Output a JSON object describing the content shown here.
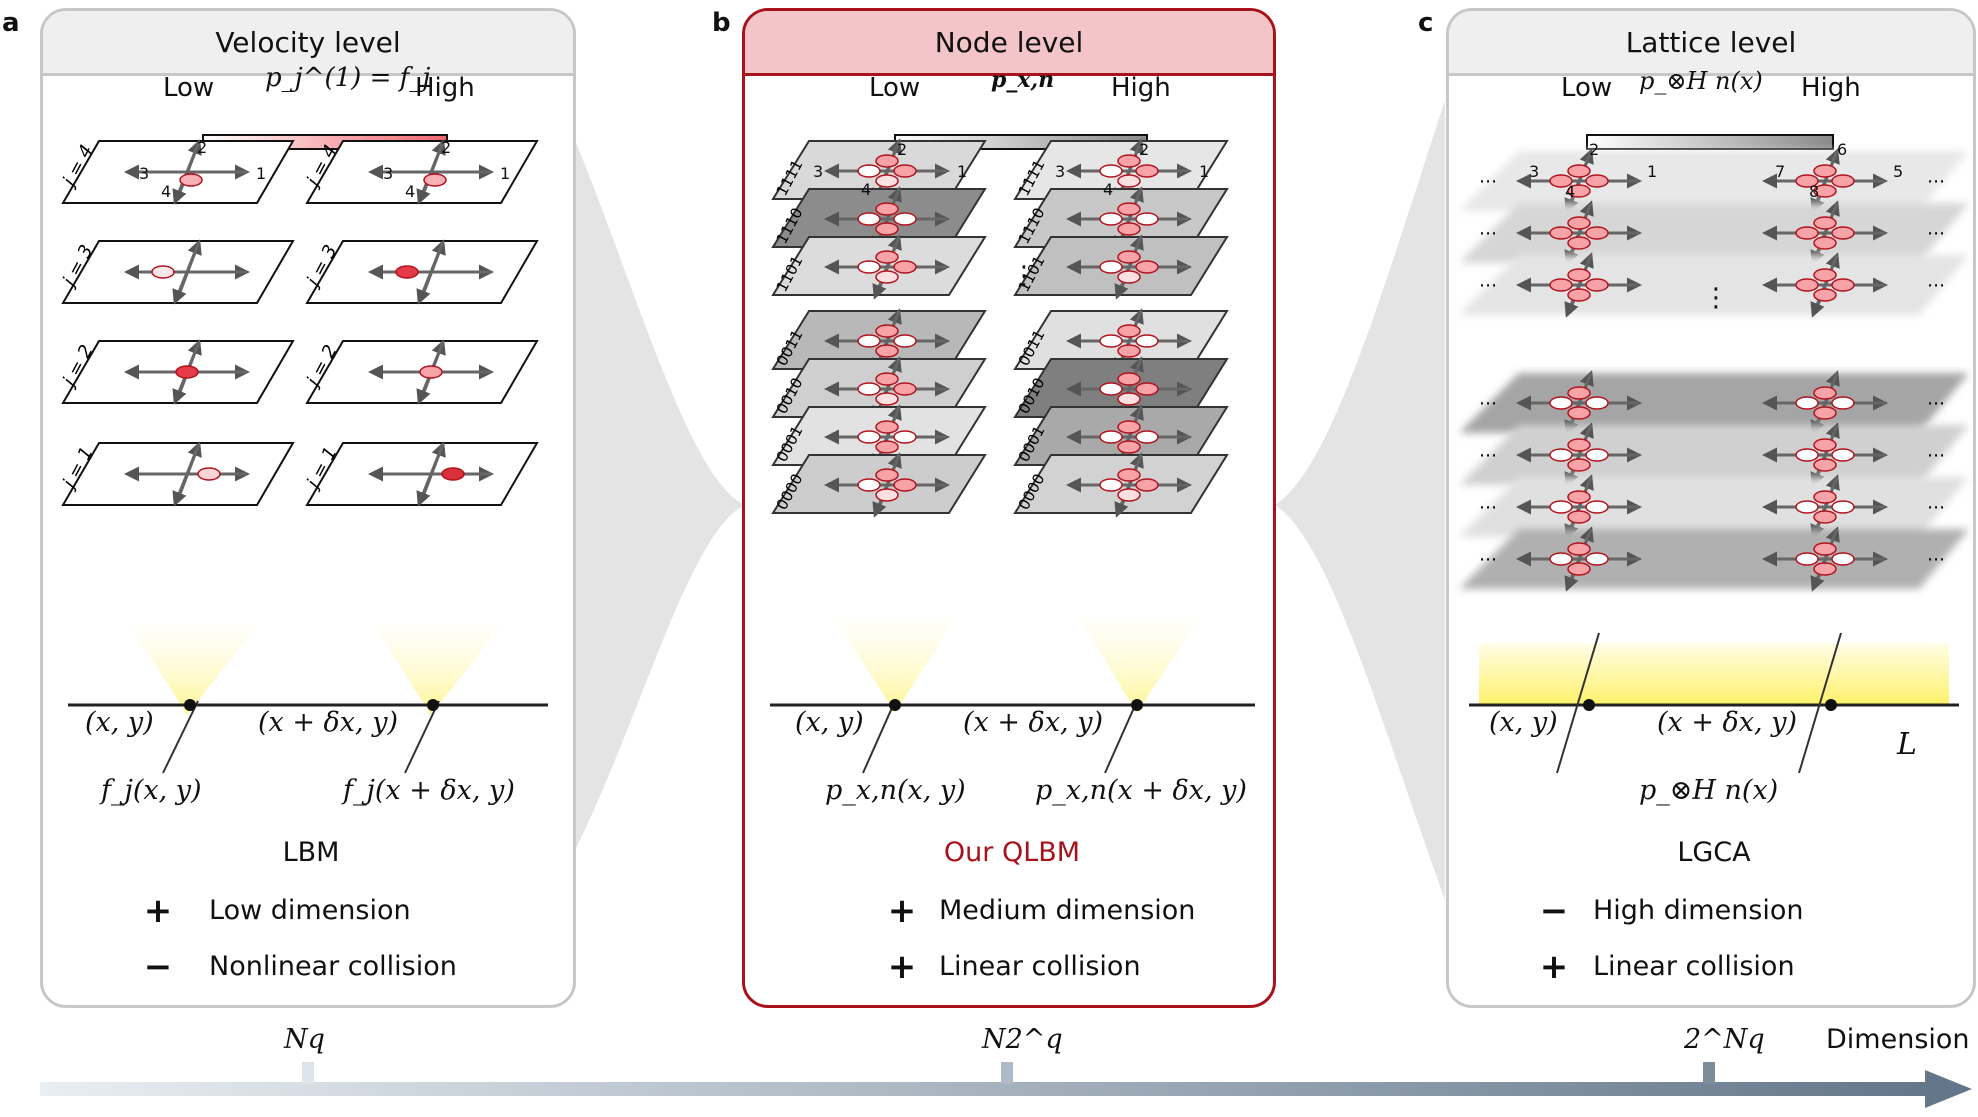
{
  "panels": {
    "a": {
      "letter": "a",
      "title": "Velocity level",
      "legend": {
        "low": "Low",
        "high": "High",
        "variable": "p_j^(1) = f_j"
      },
      "row_labels": [
        "j = 4",
        "j = 3",
        "j = 2",
        "j = 1"
      ],
      "arrow_numbers": [
        "1",
        "2",
        "3",
        "4"
      ],
      "positions": [
        "(x, y)",
        "(x + δx, y)"
      ],
      "functions": [
        "f_j(x, y)",
        "f_j(x + δx, y)"
      ],
      "method": "LBM",
      "pros_cons": [
        {
          "sign": "+",
          "text": "Low dimension"
        },
        {
          "sign": "−",
          "text": "Nonlinear collision"
        }
      ],
      "axis_tick": "Nq"
    },
    "b": {
      "letter": "b",
      "title": "Node level",
      "legend": {
        "low": "Low",
        "high": "High",
        "variable": "p_x,n"
      },
      "layer_labels": [
        "1111",
        "1110",
        "1101",
        "0011",
        "0010",
        "0001",
        "0000"
      ],
      "ellipsis": "⋮",
      "positions": [
        "(x, y)",
        "(x + δx, y)"
      ],
      "functions": [
        "p_x,n(x, y)",
        "p_x,n(x + δx, y)"
      ],
      "method": "Our QLBM",
      "method_color": "#a8121a",
      "pros_cons": [
        {
          "sign": "+",
          "text": "Medium dimension"
        },
        {
          "sign": "+",
          "text": "Linear collision"
        }
      ],
      "axis_tick": "N2^q"
    },
    "c": {
      "letter": "c",
      "title": "Lattice level",
      "legend": {
        "low": "Low",
        "high": "High",
        "variable": "p_⊗H n(x)"
      },
      "arrow_numbers": [
        "1",
        "2",
        "3",
        "4",
        "5",
        "6",
        "7",
        "8"
      ],
      "dots": "⋯",
      "positions": [
        "(x, y)",
        "(x + δx, y)"
      ],
      "lattice_size": "L",
      "functions": [
        "p_⊗H n(x)"
      ],
      "method": "LGCA",
      "pros_cons": [
        {
          "sign": "−",
          "text": "High dimension"
        },
        {
          "sign": "+",
          "text": "Linear collision"
        }
      ],
      "axis_tick": "2^Nq"
    }
  },
  "axis": {
    "label": "Dimension"
  },
  "colors": {
    "accent_red": "#a8121a",
    "pink": "#f7a3a8",
    "gray_border": "#c8c8c8",
    "arrow": "#6a7a88"
  }
}
